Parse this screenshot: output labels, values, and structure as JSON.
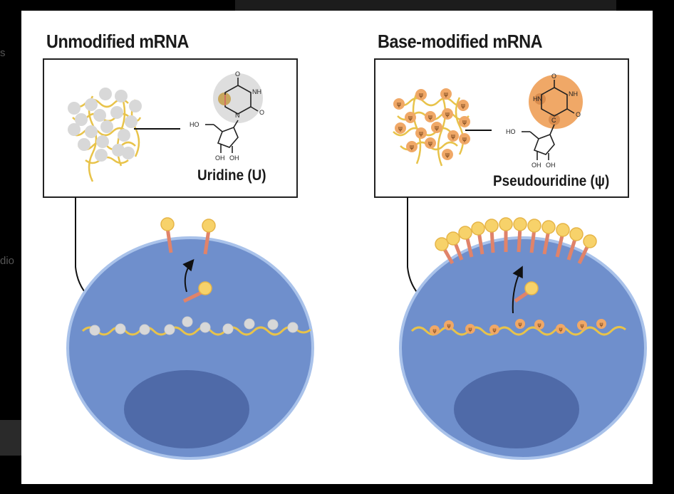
{
  "panels": {
    "left": {
      "title": "Unmodified mRNA",
      "nucleoside_label": "Uridine (U)"
    },
    "right": {
      "title": "Base-modified mRNA",
      "nucleoside_label": "Pseudouridine (ψ)",
      "base_symbol": "ψ"
    }
  },
  "chem": {
    "carbonyl": "O",
    "imine": "NH",
    "ring_n": "N",
    "hn": "HN",
    "c": "C",
    "ho": "HO",
    "oh": "OH"
  },
  "background": {
    "ghost_left_top": "s",
    "ghost_left_mid": "dio"
  },
  "colors": {
    "cell_fill": "#6f8fcc",
    "nucleus_fill": "#4f6aa8",
    "mrna_strand": "#e8c34a",
    "unmodified_base": "#d8d8d8",
    "pseudouridine_base": "#f0a867",
    "receptor_stalk": "#e0836a",
    "receptor_head": "#f7d26a"
  }
}
